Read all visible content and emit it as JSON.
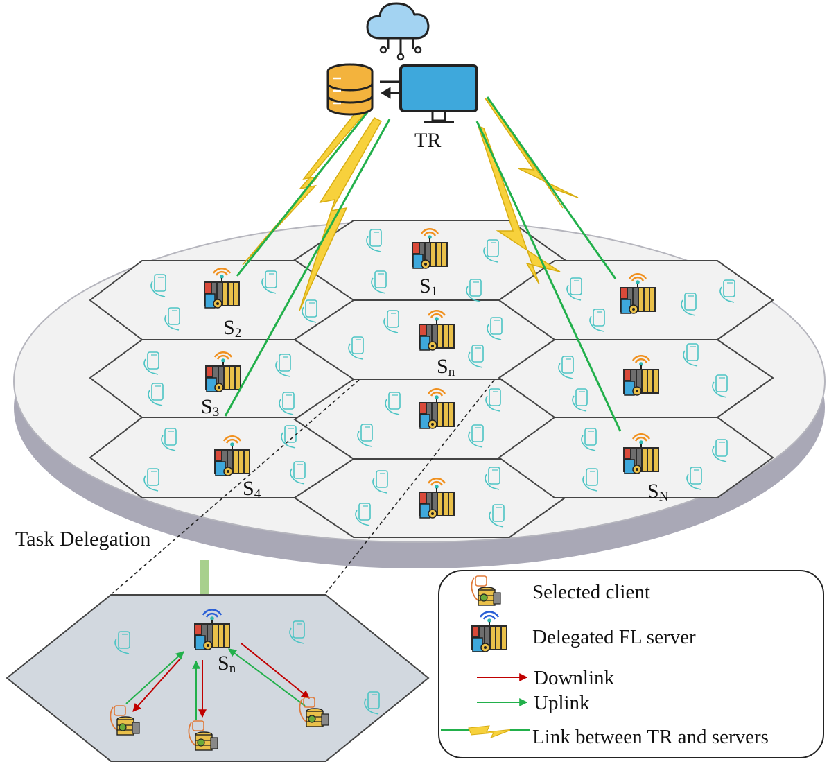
{
  "cloud_label": "TR",
  "task_delegation": "Task Delegation",
  "servers": [
    {
      "id": "s1",
      "main": "S",
      "sub": "1"
    },
    {
      "id": "s2",
      "main": "S",
      "sub": "2"
    },
    {
      "id": "s3",
      "main": "S",
      "sub": "3"
    },
    {
      "id": "s4",
      "main": "S",
      "sub": "4"
    },
    {
      "id": "sn",
      "main": "S",
      "sub": "n"
    },
    {
      "id": "sN",
      "main": "S",
      "sub": "N"
    },
    {
      "id": "sn-zoom",
      "main": "S",
      "sub": "n"
    }
  ],
  "legend": {
    "selected_client": "Selected client",
    "delegated_server": "Delegated FL server",
    "downlink": "Downlink",
    "uplink": "Uplink",
    "tr_link": "Link between TR and servers"
  },
  "colors": {
    "platform": "#f2f2f2",
    "platform_edge": "#a9a8b6",
    "hex_stroke": "#444444",
    "zoom_fill": "#d2d8df",
    "uplink": "#22b04b",
    "downlink": "#c00000",
    "lightning": "#f7d13c",
    "device": "#4cc4c4",
    "cloud": "#a3d3f2",
    "monitor": "#3ea8dc"
  }
}
